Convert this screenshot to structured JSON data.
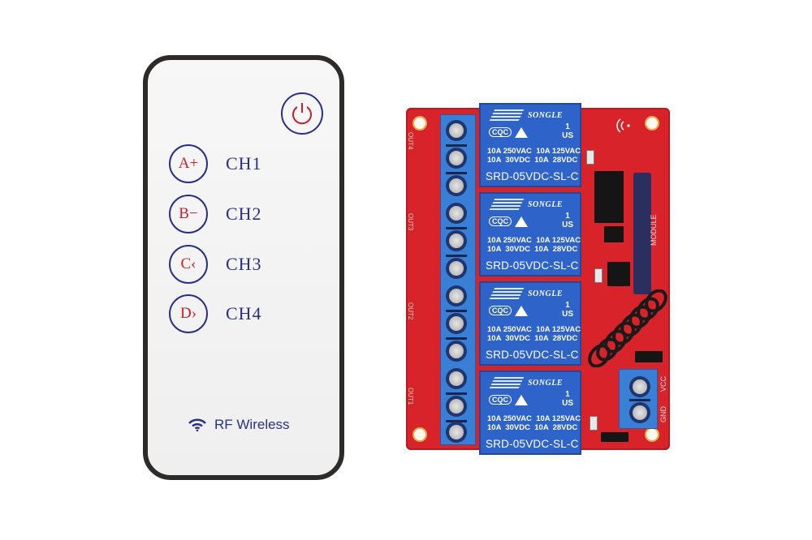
{
  "image": {
    "description": "Product photo of a 4-channel RF wireless remote control and a 4-channel relay module board",
    "background": "#ffffff"
  },
  "remote": {
    "power_icon": "power-icon",
    "buttons": [
      {
        "key": "A+",
        "label": "CH1"
      },
      {
        "key": "B−",
        "label": "CH2"
      },
      {
        "key": "C‹",
        "label": "CH3"
      },
      {
        "key": "D›",
        "label": "CH4"
      }
    ],
    "footer_icon": "wifi-icon",
    "footer_text": "RF Wireless",
    "colors": {
      "key_text": "#c8202a",
      "label_text": "#2a2f8a",
      "frame": "#2f2a2a"
    }
  },
  "board": {
    "colors": {
      "pcb": "#d8232a",
      "relay": "#2e63c9",
      "terminal": "#3a7fd6"
    },
    "relays": [
      {
        "brand": "SONGLE",
        "cert": "CQC",
        "ul": "1\nUS",
        "spec": "10A 250VAC  10A 125VAC\n10A  30VDC  10A  28VDC",
        "model": "SRD-05VDC-SL-C"
      },
      {
        "brand": "SONGLE",
        "cert": "CQC",
        "ul": "1\nUS",
        "spec": "10A 250VAC  10A 125VAC\n10A  30VDC  10A  28VDC",
        "model": "SRD-05VDC-SL-C"
      },
      {
        "brand": "SONGLE",
        "cert": "CQC",
        "ul": "1\nUS",
        "spec": "10A 250VAC  10A 125VAC\n10A  30VDC  10A  28VDC",
        "model": "SRD-05VDC-SL-C"
      },
      {
        "brand": "SONGLE",
        "cert": "CQC",
        "ul": "1\nUS",
        "spec": "10A 250VAC  10A 125VAC\n10A  30VDC  10A  28VDC",
        "model": "SRD-05VDC-SL-C"
      }
    ],
    "outputs": [
      "OUT4",
      "OUT3",
      "OUT2",
      "OUT1"
    ],
    "module_label": "MODULE",
    "power_labels": {
      "vcc": "VCC",
      "gnd": "GND"
    }
  }
}
